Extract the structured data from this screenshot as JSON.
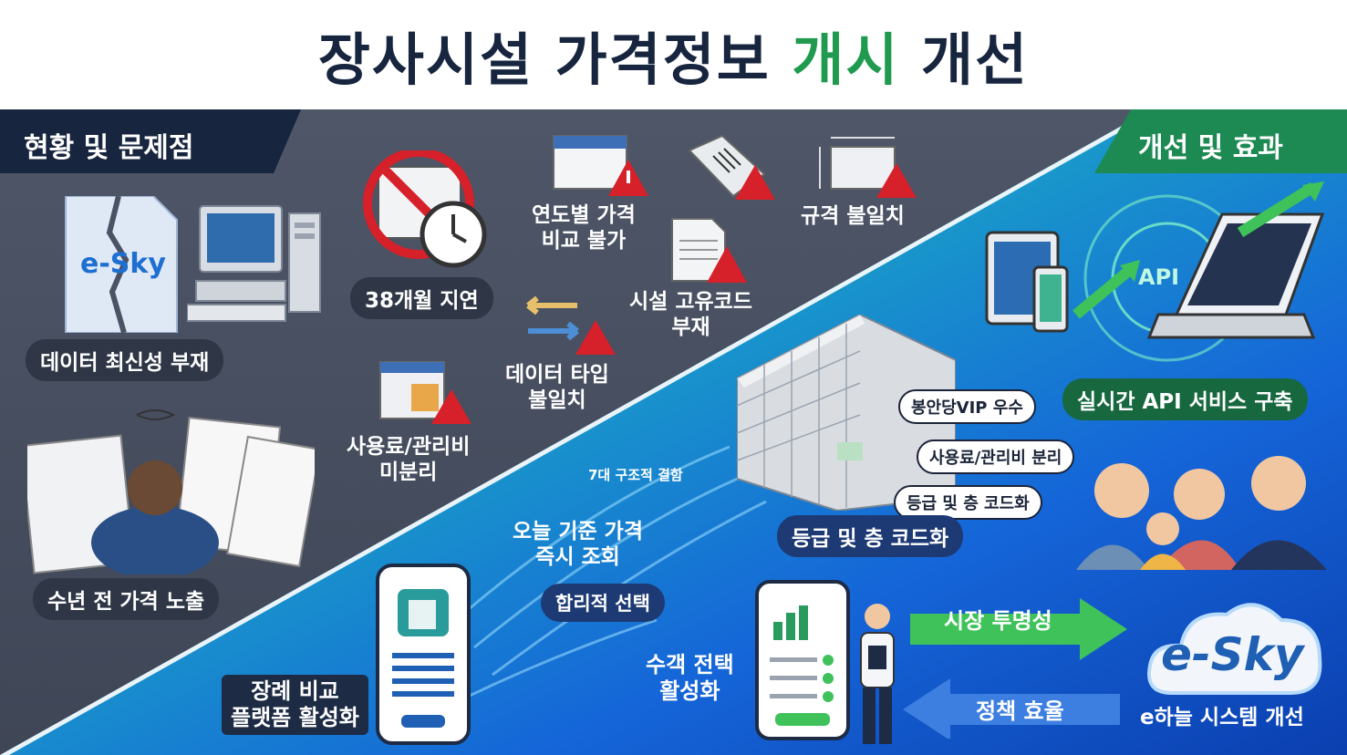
{
  "header": {
    "title_part1": "장사시설 가격정보 ",
    "title_highlight": "개시",
    "title_part2": " 개선"
  },
  "left_section": {
    "banner": "현황 및 문제점",
    "items": {
      "data_freshness": "데이터 최신성 부재",
      "delay": "38개월 지연",
      "yearly_compare_1": "연도별 가격",
      "yearly_compare_2": "비교 불가",
      "spec_mismatch": "규격 불일치",
      "facility_code_1": "시설 고유코드",
      "facility_code_2": "부재",
      "data_type_1": "데이터 타입",
      "data_type_2": "불일치",
      "fee_split_1": "사용료/관리비",
      "fee_split_2": "미분리",
      "old_price": "수년 전 가격 노출"
    },
    "logo_text": "e-Sky"
  },
  "right_section": {
    "banner": "개선 및 효과",
    "api_label": "API",
    "realtime_api": "실시간 API 서비스 구축",
    "cabinet_tags": {
      "vip": "봉안당VIP 우수",
      "fee_split": "사용료/관리비 분리",
      "grade_floor": "등급 및 층 코드화"
    },
    "cabinet_caption": "등급 및 층 코드화",
    "structural_defects": "7대 구조적 결함",
    "today_price_1": "오늘 기준 가격",
    "today_price_2": "즉시 조회",
    "rational_choice": "합리적 선택",
    "platform_1": "장례 비교",
    "platform_2": "플랫폼 활성화",
    "customer_choice_1": "수객 전택",
    "customer_choice_2": "활성화",
    "market_transparency": "시장 투명성",
    "policy_efficiency": "정책 효율",
    "esky_logo": "e-Sky",
    "esky_caption": "e하늘 시스템 개선"
  },
  "colors": {
    "title_dark": "#17253f",
    "title_green": "#1f9a4f",
    "left_bg": "#4a5263",
    "right_teal": "#1fb3b0",
    "right_blue": "#1565d8",
    "warning_red": "#d6202a",
    "green_arrow": "#3fc25a"
  }
}
